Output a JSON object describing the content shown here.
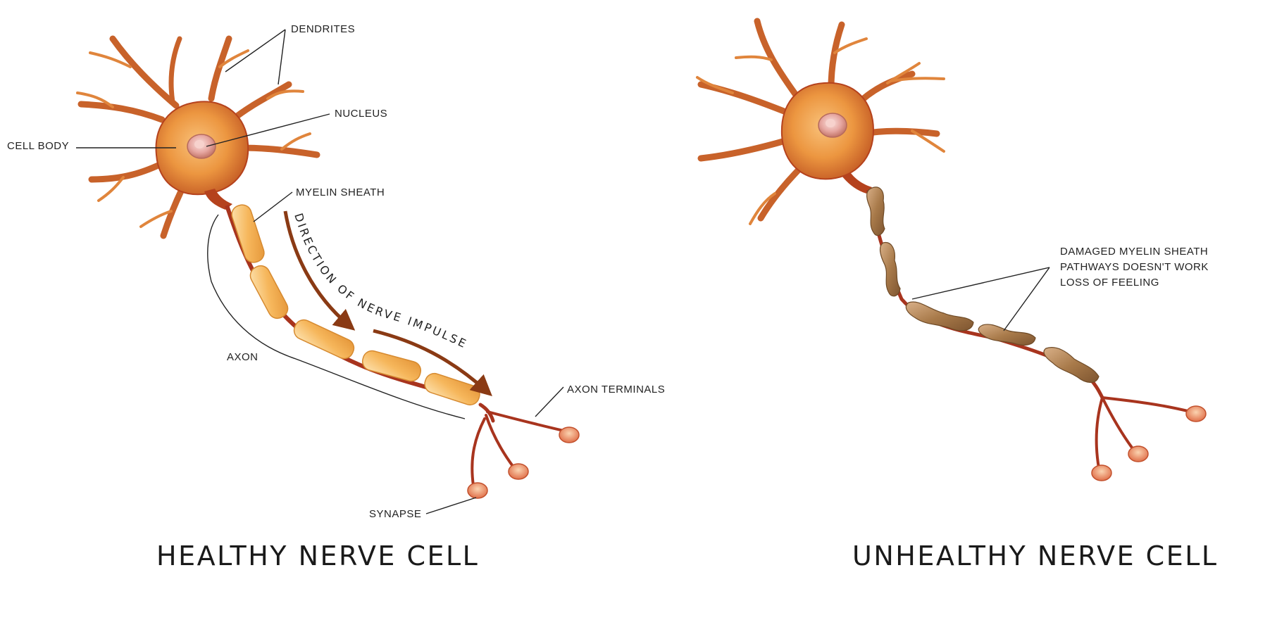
{
  "healthy": {
    "title": "HEALTHY NERVE CELL",
    "labels": {
      "dendrites": "DENDRITES",
      "nucleus": "NUCLEUS",
      "cell_body": "CELL BODY",
      "myelin_sheath": "MYELIN SHEATH",
      "axon": "AXON",
      "axon_terminals": "AXON TERMINALS",
      "synapse": "SYNAPSE"
    },
    "impulse_text": "DIRECTION OF NERVE IMPULSE"
  },
  "unhealthy": {
    "title": "UNHEALTHY NERVE CELL",
    "damage_labels": [
      "DAMAGED MYELIN SHEATH",
      "PATHWAYS DOESN'T WORK",
      "LOSS OF FEELING"
    ]
  },
  "colors": {
    "cell_body": "#e8893a",
    "cell_body_dark": "#b5421d",
    "dendrite": "#e0853c",
    "axon_branch": "#a8341e",
    "myelin": "#f6b75c",
    "damaged_myelin": "#a87a4a",
    "arrow": "#8a3a14",
    "synapse": "#f3a06a"
  }
}
